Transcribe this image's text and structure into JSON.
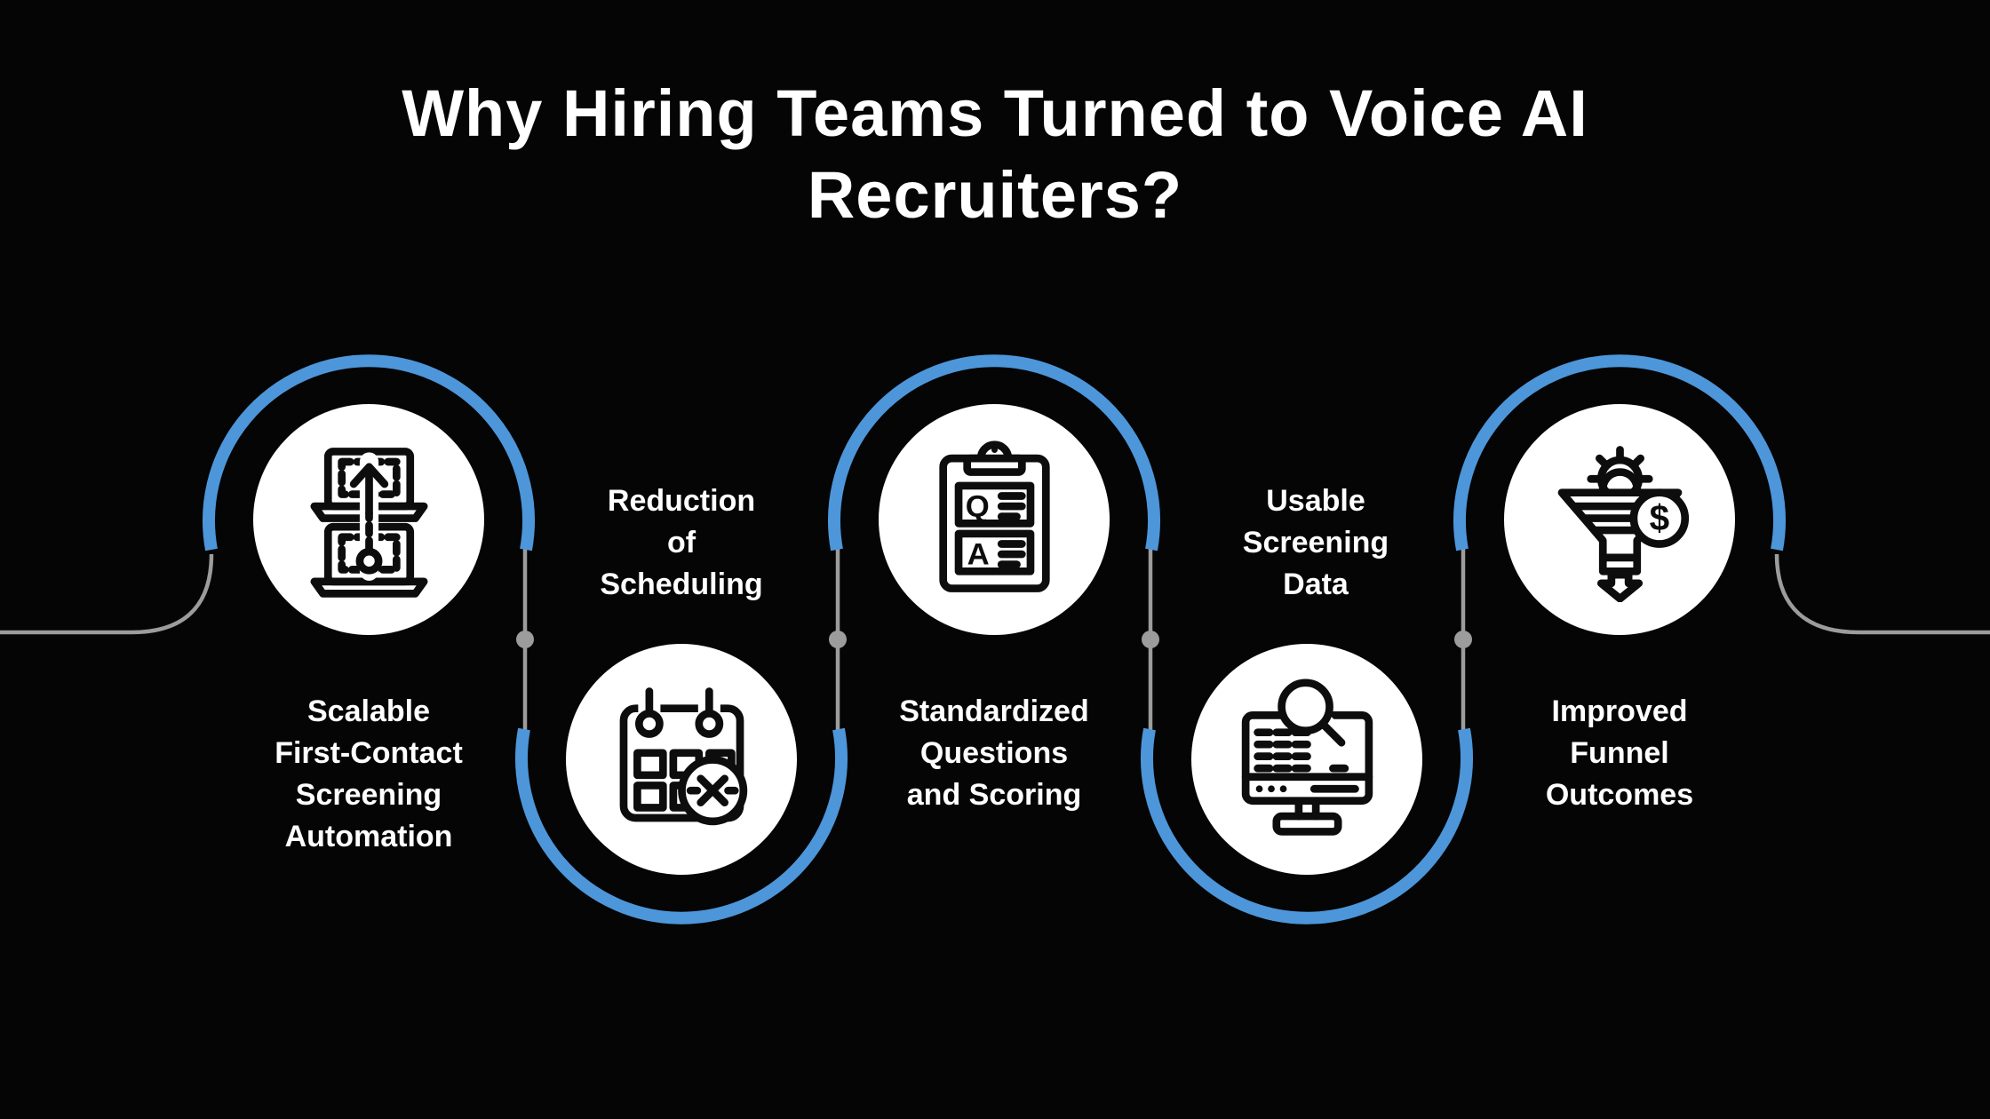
{
  "title_lines": [
    "Why Hiring Teams Turned to Voice AI",
    "Recruiters?"
  ],
  "steps": [
    {
      "label_lines": [
        "Scalable",
        "First-Contact",
        "Screening",
        "Automation"
      ],
      "icon": "upload-laptops-icon",
      "position": "top"
    },
    {
      "label_lines": [
        "Reduction",
        "of",
        "Scheduling"
      ],
      "icon": "calendar-cancel-icon",
      "position": "bottom"
    },
    {
      "label_lines": [
        "Standardized",
        "Questions",
        "and Scoring"
      ],
      "icon": "clipboard-qa-icon",
      "icon_letters": [
        "Q",
        "A"
      ],
      "position": "top"
    },
    {
      "label_lines": [
        "Usable",
        "Screening",
        "Data"
      ],
      "icon": "screen-search-icon",
      "position": "bottom"
    },
    {
      "label_lines": [
        "Improved",
        "Funnel",
        "Outcomes"
      ],
      "icon": "funnel-revenue-icon",
      "icon_badge": "$",
      "position": "top"
    }
  ],
  "colors": {
    "background": "#050505",
    "accent_blue": "#4d96da",
    "connector_gray": "#9c9c9c",
    "circle_fill": "#ffffff",
    "icon_stroke": "#0d0d0d",
    "text": "#ffffff"
  }
}
